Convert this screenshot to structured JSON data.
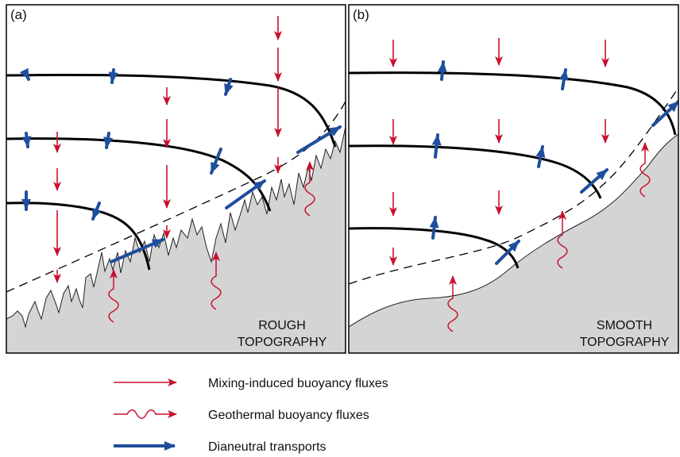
{
  "panels": {
    "a": {
      "label": "(a)",
      "topography_line1": "ROUGH",
      "topography_line2": "TOPOGRAPHY"
    },
    "b": {
      "label": "(b)",
      "topography_line1": "SMOOTH",
      "topography_line2": "TOPOGRAPHY"
    }
  },
  "legend": {
    "mixing": "Mixing-induced buoyancy fluxes",
    "geothermal": "Geothermal buoyancy fluxes",
    "dianeutral": "Dianeutral transports"
  },
  "colors": {
    "red_arrow": "#c8102e",
    "blue_arrow": "#1f4e9c",
    "topography_fill": "#d4d4d4",
    "isopycnal": "#000000"
  }
}
